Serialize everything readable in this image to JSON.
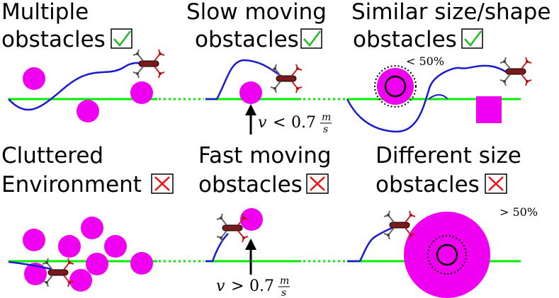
{
  "colors": {
    "obstacle": "#f000f0",
    "ground": "#00ee00",
    "trajectory": "#1a1ad0",
    "check": "#22bb22",
    "cross": "#ee1111",
    "drone_body": "#7a1a1a"
  },
  "panels": [
    {
      "line1": "Multiple",
      "line2": "obstacles",
      "status": "check"
    },
    {
      "line1": "Slow moving",
      "line2": "obstacles",
      "status": "check"
    },
    {
      "line1": "Similar size/shape",
      "line2": "obstacles",
      "status": "check"
    },
    {
      "line1": "Cluttered",
      "line2": "Environment",
      "status": "cross"
    },
    {
      "line1": "Fast moving",
      "line2": "obstacles",
      "status": "cross"
    },
    {
      "line1": "Different size",
      "line2": "obstacles",
      "status": "cross"
    }
  ],
  "annotations": {
    "slow_v": "v",
    "slow_op": "<",
    "slow_val": "0.7",
    "unit_num": "m",
    "unit_den": "s",
    "fast_v": "v",
    "fast_op": ">",
    "fast_val": "0.7",
    "similar_pct": "< 50%",
    "different_pct": "> 50%"
  }
}
